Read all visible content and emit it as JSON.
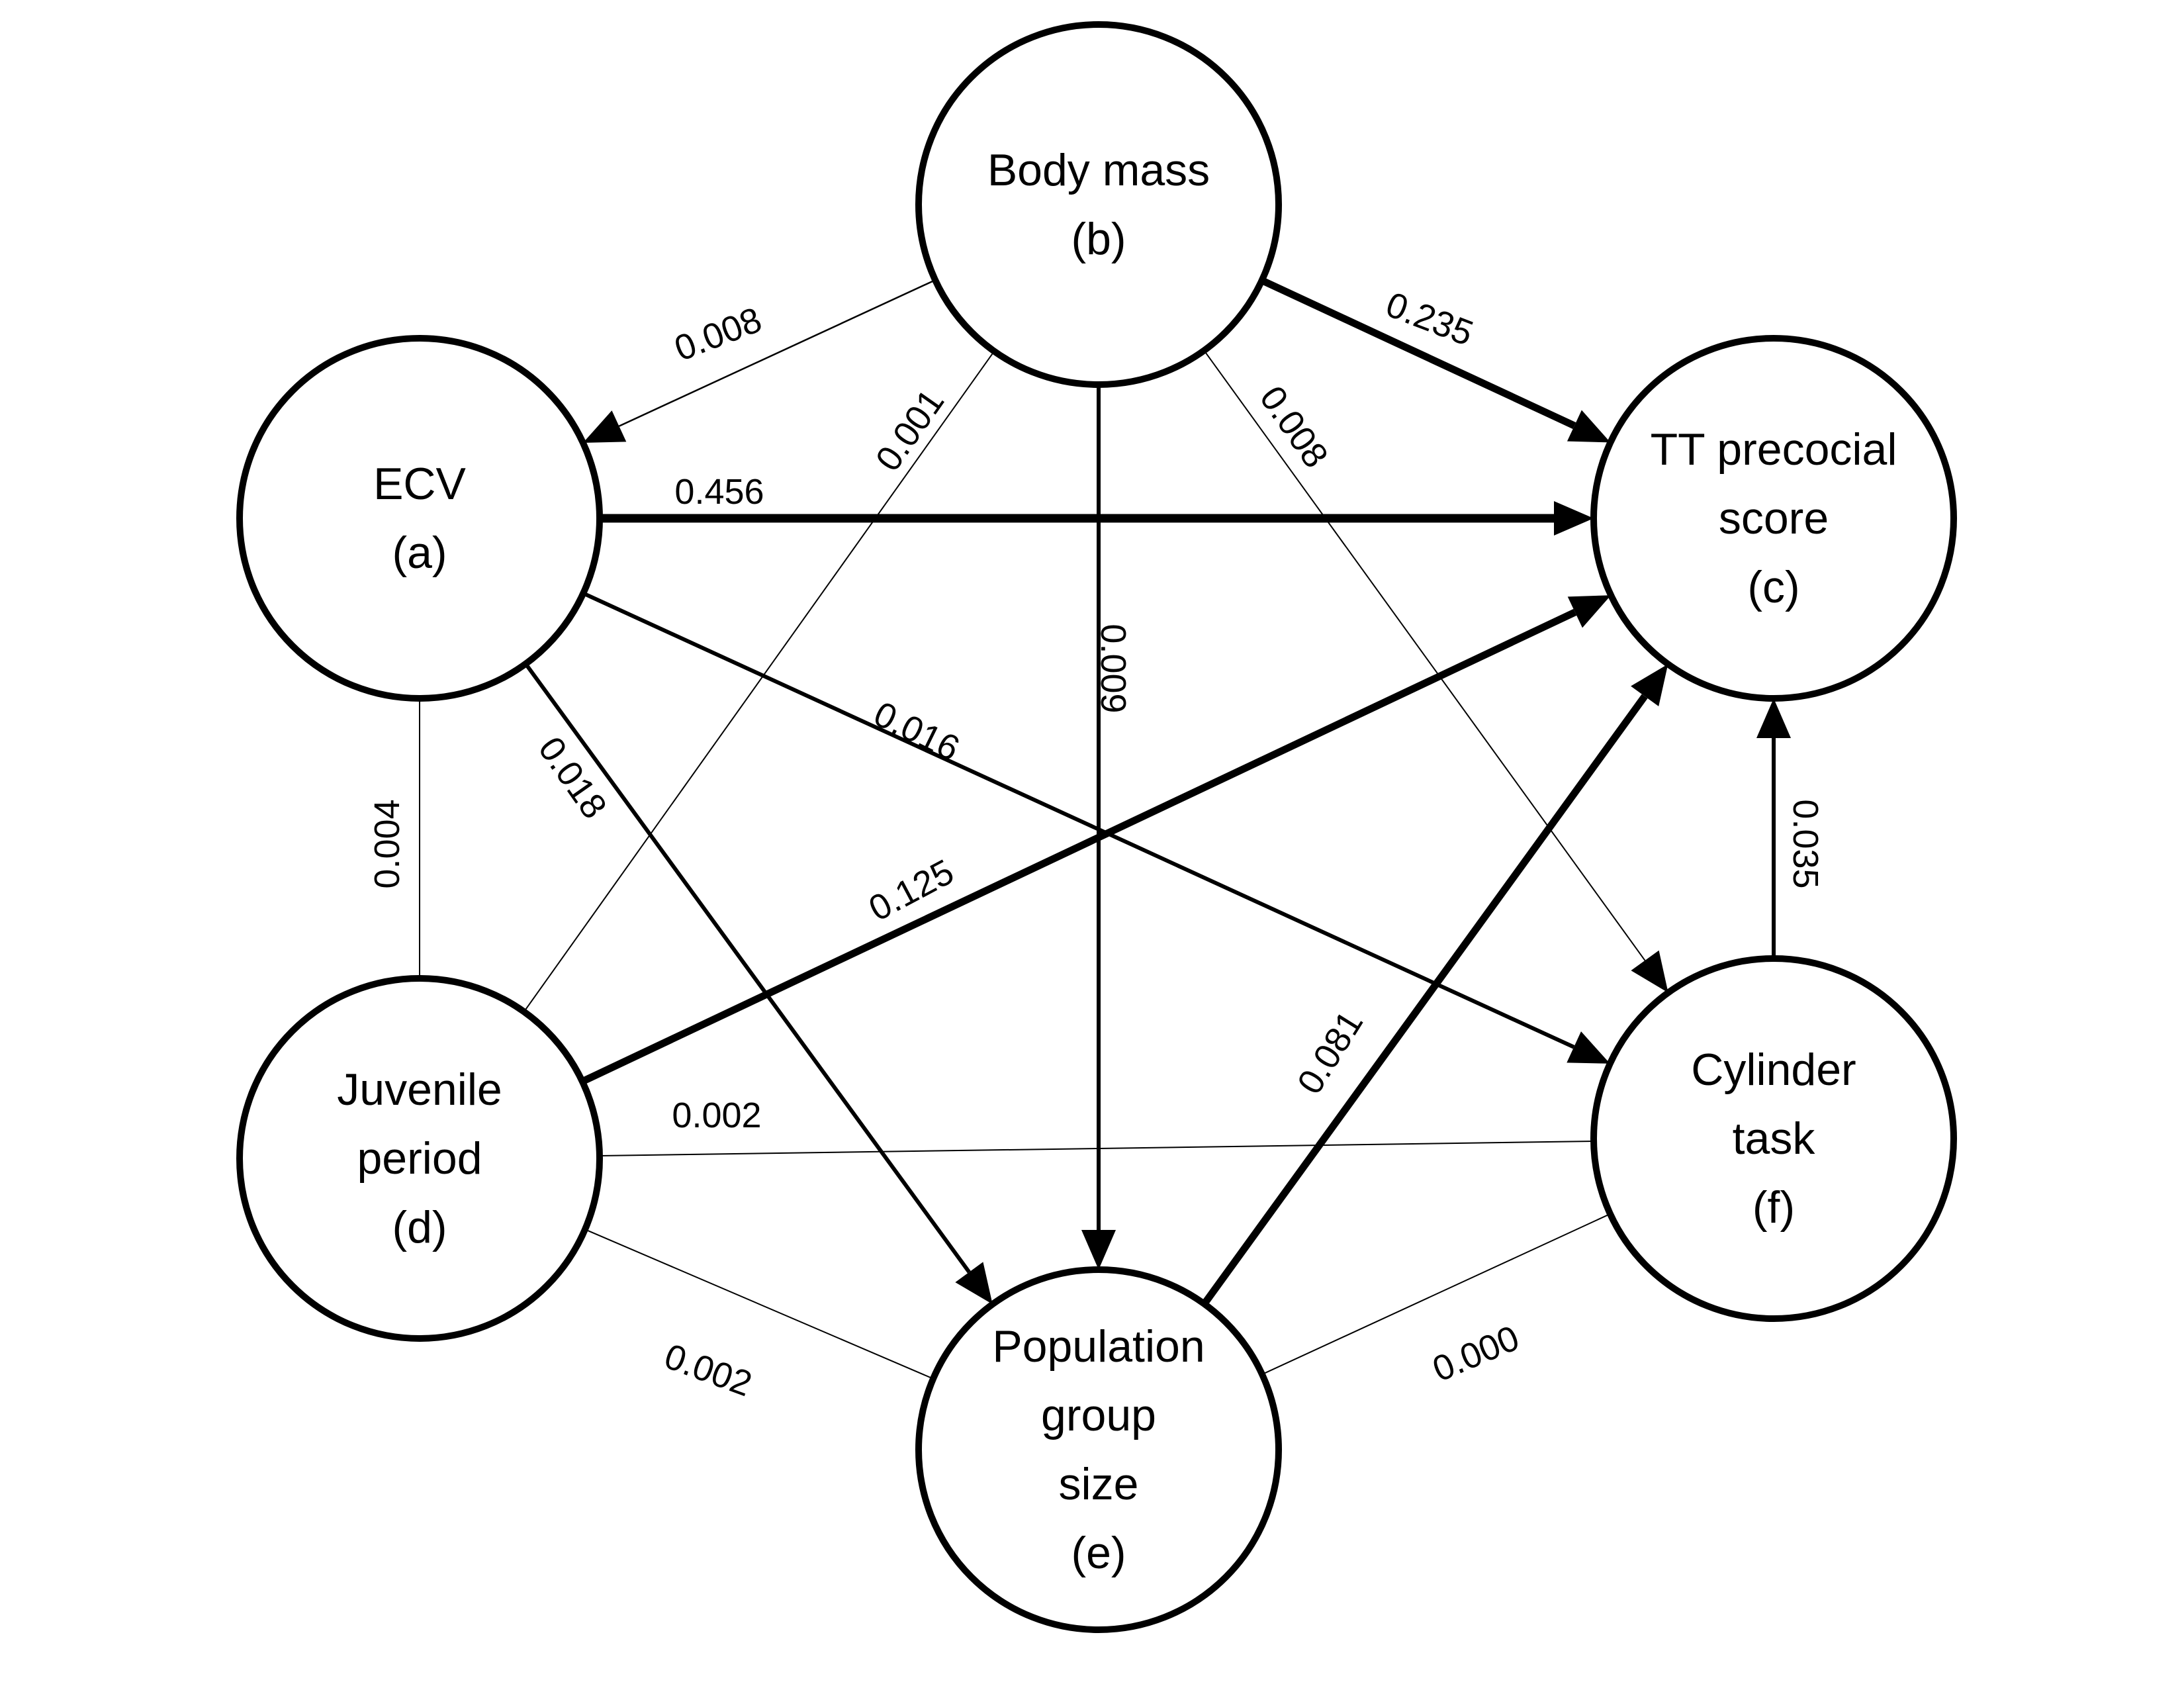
{
  "nodes": [
    {
      "id": "a",
      "lines": [
        "ECV",
        "(a)"
      ]
    },
    {
      "id": "b",
      "lines": [
        "Body mass",
        "(b)"
      ]
    },
    {
      "id": "c",
      "lines": [
        "TT precocial",
        "score",
        "(c)"
      ]
    },
    {
      "id": "d",
      "lines": [
        "Juvenile",
        "period",
        "(d)"
      ]
    },
    {
      "id": "e",
      "lines": [
        "Population",
        "group",
        "size",
        "(e)"
      ]
    },
    {
      "id": "f",
      "lines": [
        "Cylinder",
        "task",
        "(f)"
      ]
    }
  ],
  "edges": [
    {
      "from": "b",
      "to": "a",
      "label": "0.008",
      "directed": true
    },
    {
      "from": "b",
      "to": "c",
      "label": "0.235",
      "directed": true
    },
    {
      "from": "a",
      "to": "c",
      "label": "0.456",
      "directed": true
    },
    {
      "from": "b",
      "to": "d",
      "label": "0.001",
      "directed": false
    },
    {
      "from": "b",
      "to": "e",
      "label": "0.009",
      "directed": true
    },
    {
      "from": "b",
      "to": "f",
      "label": "0.008",
      "directed": true
    },
    {
      "from": "a",
      "to": "f",
      "label": "0.016",
      "directed": true
    },
    {
      "from": "a",
      "to": "e",
      "label": "0.018",
      "directed": true
    },
    {
      "from": "a",
      "to": "d",
      "label": "0.004",
      "directed": false
    },
    {
      "from": "d",
      "to": "c",
      "label": "0.125",
      "directed": true
    },
    {
      "from": "e",
      "to": "c",
      "label": "0.081",
      "directed": true
    },
    {
      "from": "f",
      "to": "c",
      "label": "0.035",
      "directed": true
    },
    {
      "from": "d",
      "to": "f",
      "label": "0.002",
      "directed": false
    },
    {
      "from": "d",
      "to": "e",
      "label": "0.002",
      "directed": false
    },
    {
      "from": "f",
      "to": "e",
      "label": "0.000",
      "directed": false
    }
  ]
}
